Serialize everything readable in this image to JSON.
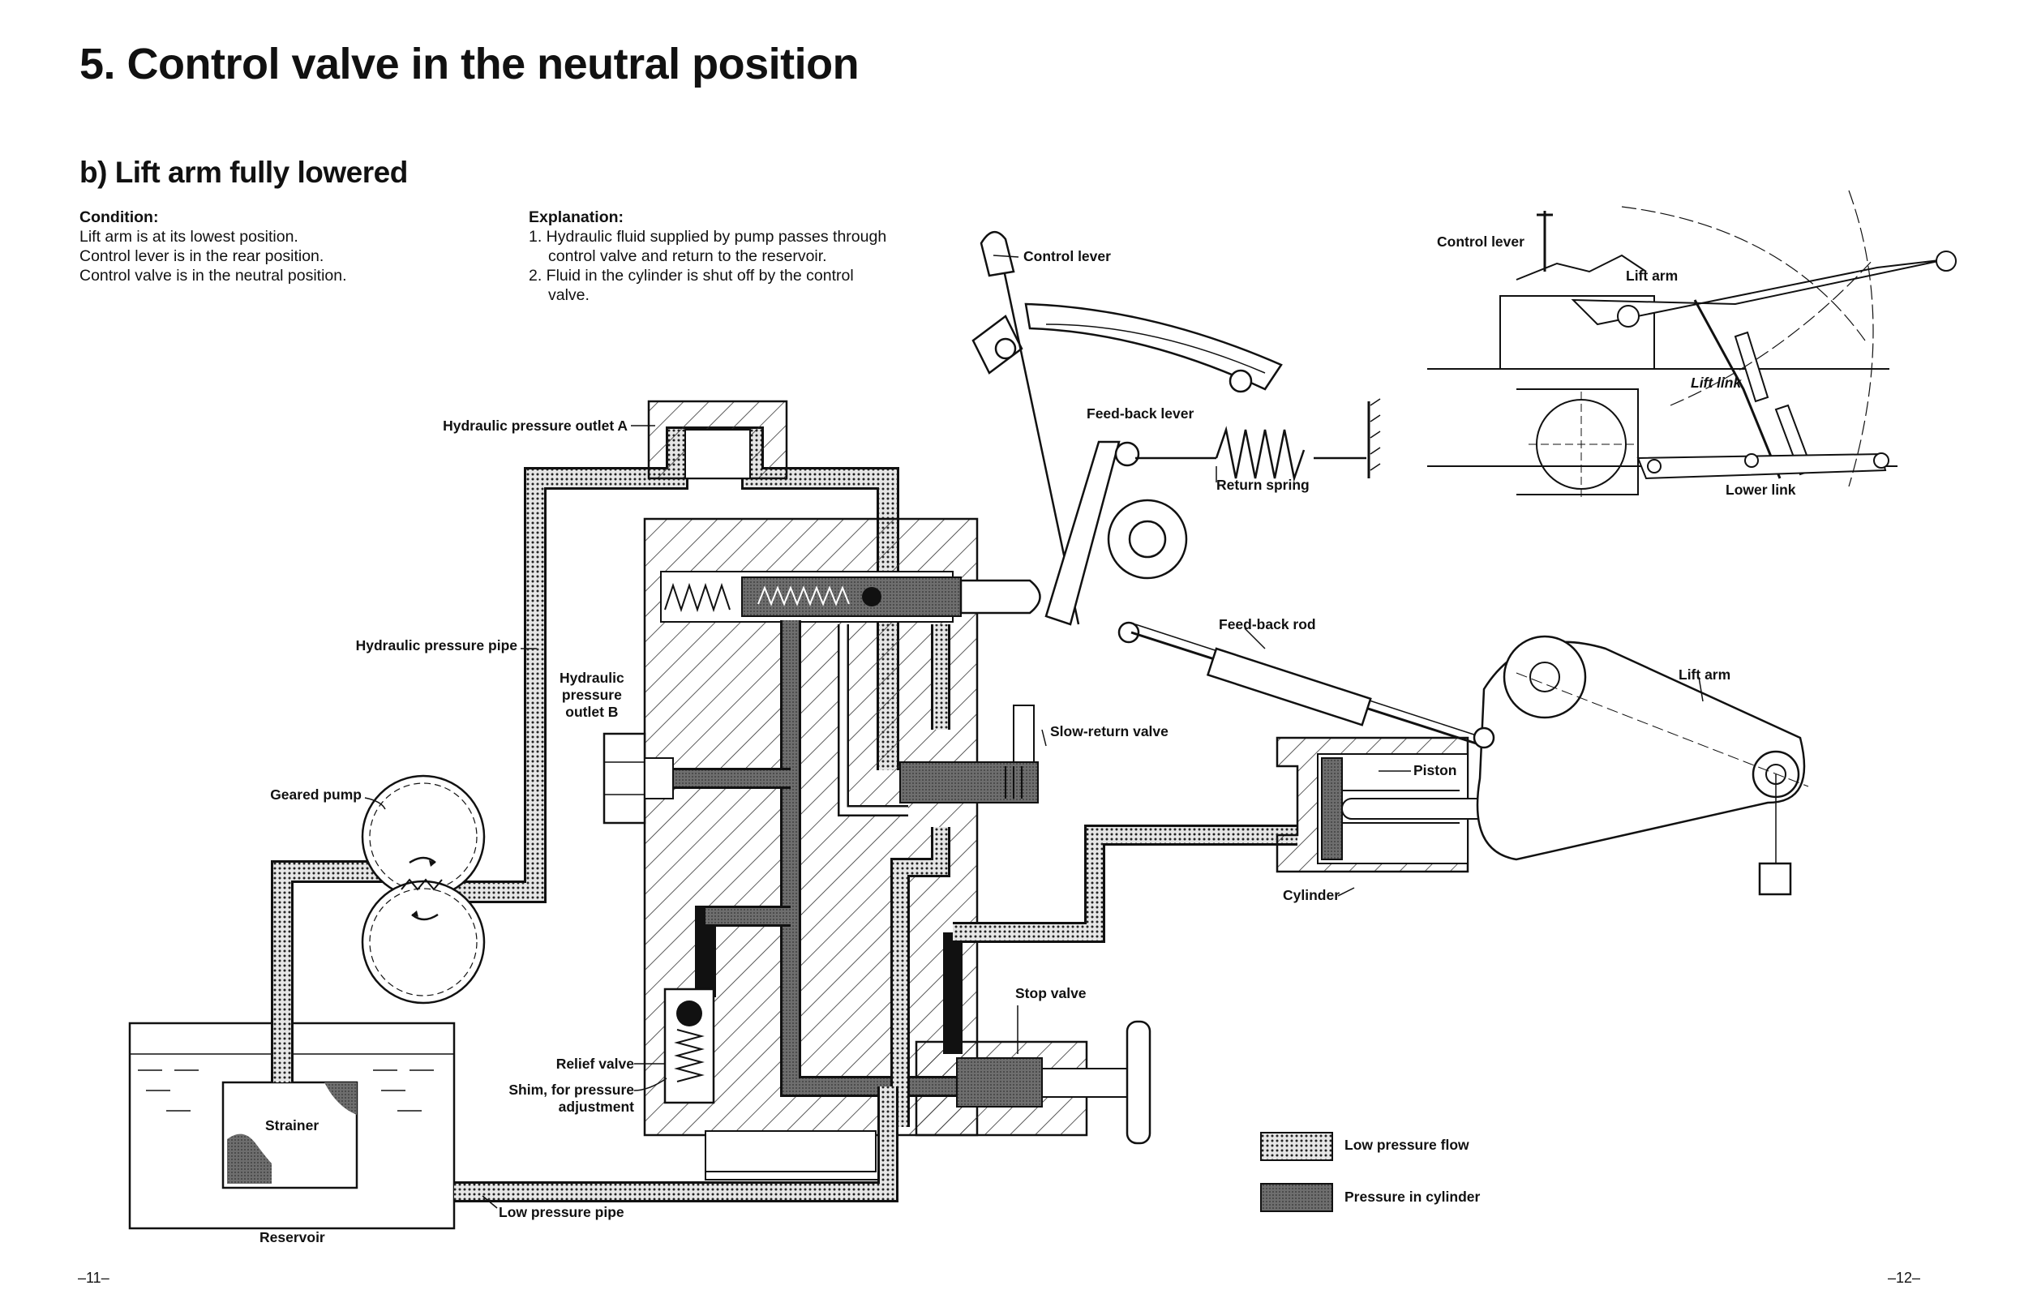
{
  "title": "5. Control valve in the neutral position",
  "subtitle": "b) Lift arm fully lowered",
  "condition": {
    "heading": "Condition:",
    "lines": [
      "Lift arm is at its lowest position.",
      "Control lever is in the rear position.",
      "Control valve is in the neutral position."
    ]
  },
  "explanation": {
    "heading": "Explanation:",
    "lines": [
      "1. Hydraulic fluid supplied by pump passes through",
      "control valve and return to the reservoir.",
      "2. Fluid in the cylinder is shut off by the control",
      "valve."
    ]
  },
  "labels": {
    "control_lever": "Control lever",
    "feedback_lever": "Feed-back lever",
    "return_spring": "Return spring",
    "feedback_rod": "Feed-back rod",
    "lift_arm": "Lift arm",
    "piston": "Piston",
    "cylinder": "Cylinder",
    "slow_return_valve": "Slow-return valve",
    "stop_valve": "Stop valve",
    "hydraulic_pressure_outlet_a": "Hydraulic pressure outlet A",
    "hydraulic_pressure_pipe": "Hydraulic pressure pipe",
    "hydraulic_pressure_outlet_b_1": "Hydraulic",
    "hydraulic_pressure_outlet_b_2": "pressure",
    "hydraulic_pressure_outlet_b_3": "outlet B",
    "geared_pump": "Geared pump",
    "relief_valve": "Relief valve",
    "shim_1": "Shim, for pressure",
    "shim_2": "adjustment",
    "strainer": "Strainer",
    "reservoir": "Reservoir",
    "low_pressure_pipe": "Low pressure pipe",
    "inset_control_lever": "Control lever",
    "inset_lift_arm": "Lift arm",
    "inset_lift_link": "Lift link",
    "inset_lower_link": "Lower link"
  },
  "legend": {
    "low_pressure": "Low pressure flow",
    "pressure_cylinder": "Pressure in cylinder"
  },
  "pages": {
    "left": "–11–",
    "right": "–12–"
  }
}
